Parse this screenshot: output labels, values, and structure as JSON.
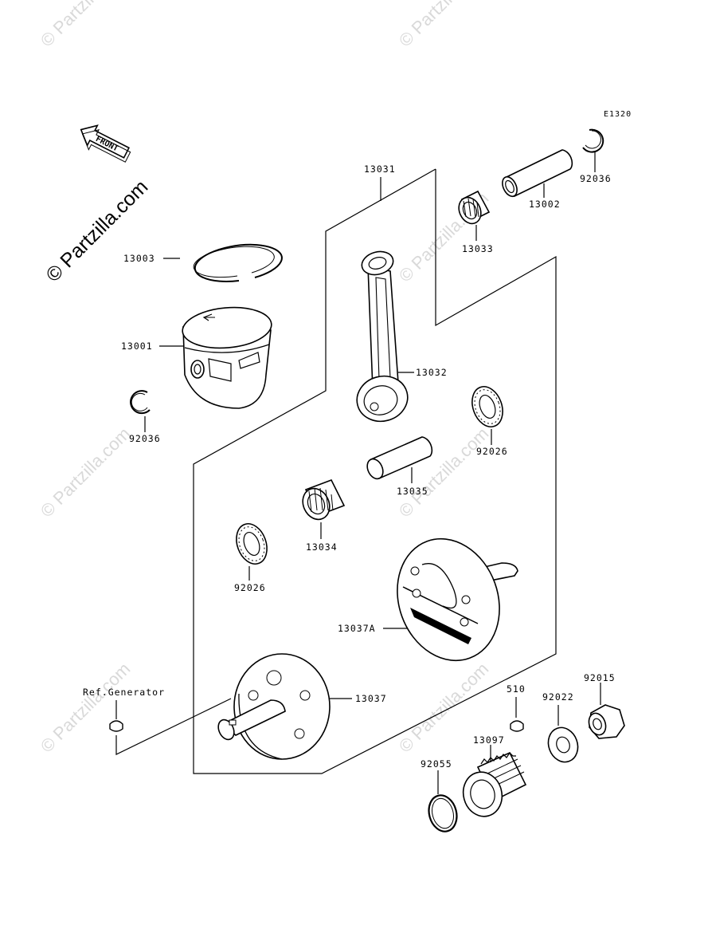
{
  "diagram_code": "E1320",
  "watermark_text": "© Partzilla.com",
  "front_label": "FRONT",
  "ref_generator": "Ref.Generator",
  "parts": {
    "p13031": "13031",
    "p13002": "13002",
    "p92036_top": "92036",
    "p13033": "13033",
    "p13003": "13003",
    "p13001": "13001",
    "p92036_left": "92036",
    "p13032": "13032",
    "p92026_right": "92026",
    "p13035": "13035",
    "p13034": "13034",
    "p92026_left": "92026",
    "p13037A": "13037A",
    "p13037": "13037",
    "p510": "510",
    "p92022": "92022",
    "p92015": "92015",
    "p13097": "13097",
    "p92055": "92055"
  }
}
